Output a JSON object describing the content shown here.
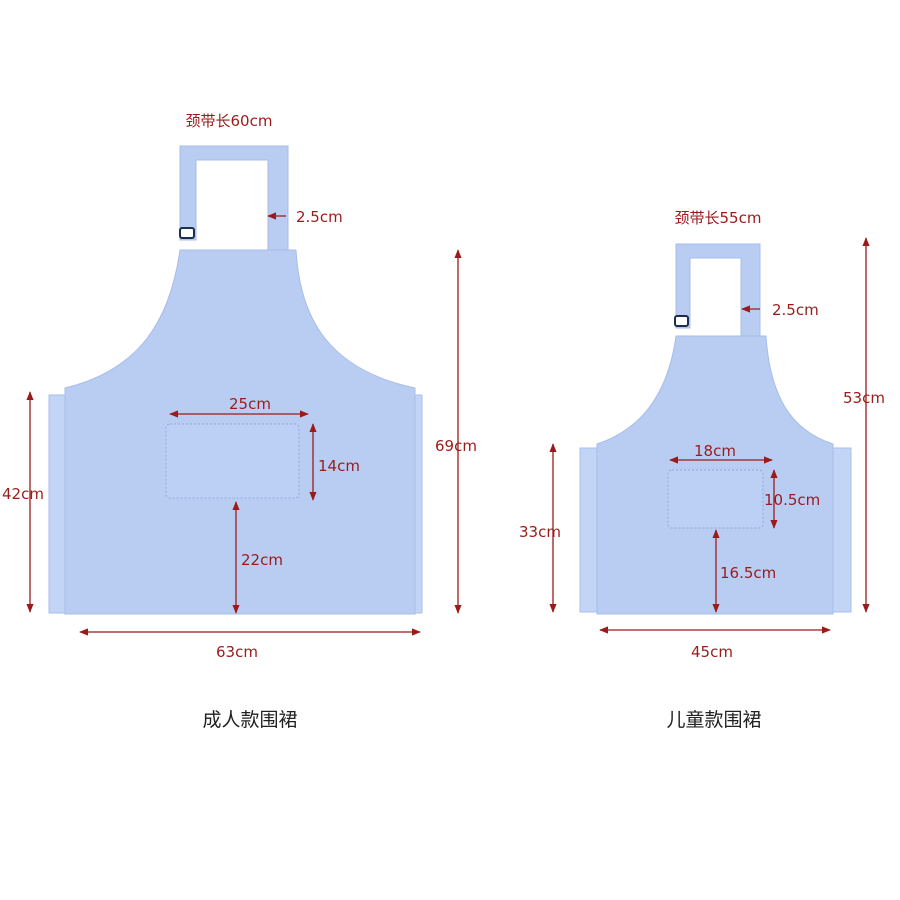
{
  "colors": {
    "apron_fabric": "#b9cdf3",
    "dimension_text": "#9b1b1b",
    "caption_text": "#222222",
    "tree_trunk": "#2a52b8",
    "tree_canopy": "#ffffff",
    "moon": "#f2c98a"
  },
  "adult": {
    "caption": "成人款围裙",
    "neck_strap": "颈带长60cm",
    "strap_width": "2.5cm",
    "pocket_width": "25cm",
    "pocket_height": "14cm",
    "pocket_from_bottom": "22cm",
    "total_height": "69cm",
    "side_height": "42cm",
    "bottom_width": "63cm"
  },
  "child": {
    "caption": "儿童款围裙",
    "neck_strap": "颈带长55cm",
    "strap_width": "2.5cm",
    "pocket_width": "18cm",
    "pocket_height": "10.5cm",
    "pocket_from_bottom": "16.5cm",
    "total_height": "53cm",
    "side_height": "33cm",
    "bottom_width": "45cm"
  }
}
